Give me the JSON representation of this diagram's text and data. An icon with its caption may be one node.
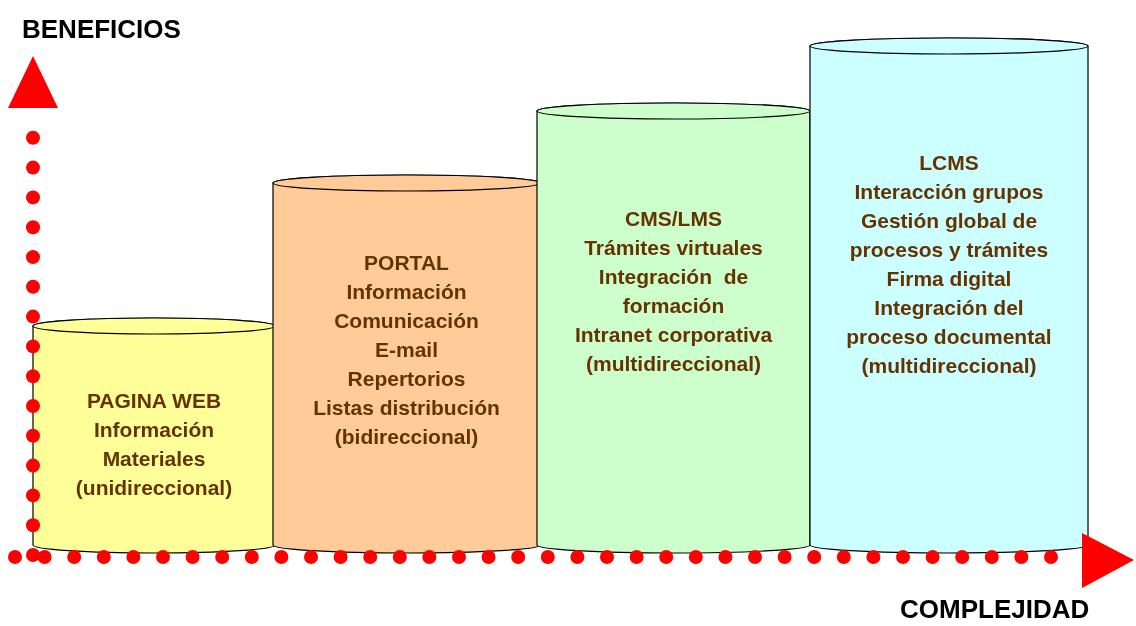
{
  "diagram": {
    "nodes": [
      {
        "text": [
          "PAGINA WEB",
          "Información",
          "Materiales",
          "(unidireccional)"
        ]
      },
      {
        "text": [
          "PORTAL",
          "Información",
          "Comunicación",
          "E-mail",
          "Repertorios",
          "Listas distribución",
          "(bidireccional)"
        ]
      },
      {
        "text": [
          "CMS/LMS",
          "Trámites virtuales",
          "Integración  de formación",
          "Intranet corporativa",
          "(multidireccional)"
        ]
      },
      {
        "text": [
          "LCMS",
          "Interacción grupos",
          "Gestión global de procesos y trámites",
          "Firma digital",
          "Integración del proceso documental",
          "(multidireccional)"
        ]
      }
    ],
    "labels": [
      "BENEFICIOS",
      "COMPLEJIDAD"
    ]
  }
}
